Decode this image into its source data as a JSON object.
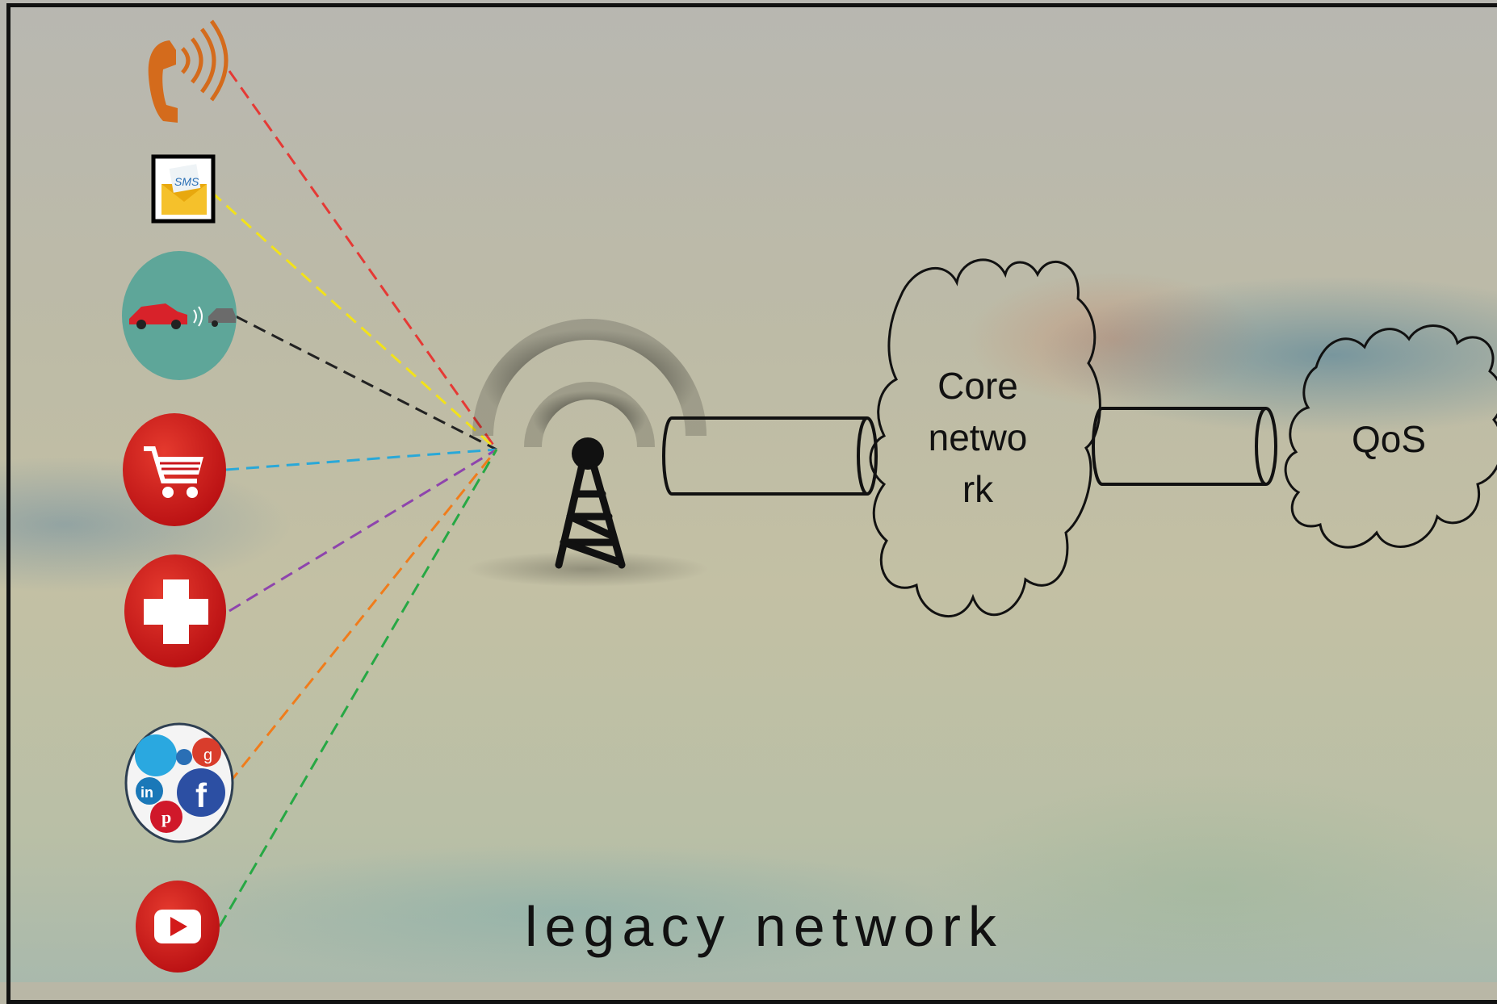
{
  "diagram": {
    "core_network_lines": [
      "Core",
      "netwo",
      "rk"
    ],
    "qos_label": "QoS",
    "caption": "legacy network",
    "sms_icon_text": "SMS"
  },
  "services": [
    {
      "name": "phone-call",
      "icon": "phone-icon",
      "line_color": "#e53935"
    },
    {
      "name": "sms",
      "icon": "sms-envelope-icon",
      "line_color": "#f2e21a"
    },
    {
      "name": "vehicle-to-vehicle",
      "icon": "car-communication-icon",
      "line_color": "#222222"
    },
    {
      "name": "shopping",
      "icon": "shopping-cart-icon",
      "line_color": "#29a8d8"
    },
    {
      "name": "health",
      "icon": "medical-cross-icon",
      "line_color": "#8e44ad"
    },
    {
      "name": "social-media",
      "icon": "social-media-icon",
      "line_color": "#f07c1b"
    },
    {
      "name": "video",
      "icon": "youtube-icon",
      "line_color": "#27a844"
    }
  ],
  "colors": {
    "phone": "#d46b1c",
    "icon_red": "#d31a1a",
    "car_bg": "#5ea699",
    "tower": "#111111"
  }
}
